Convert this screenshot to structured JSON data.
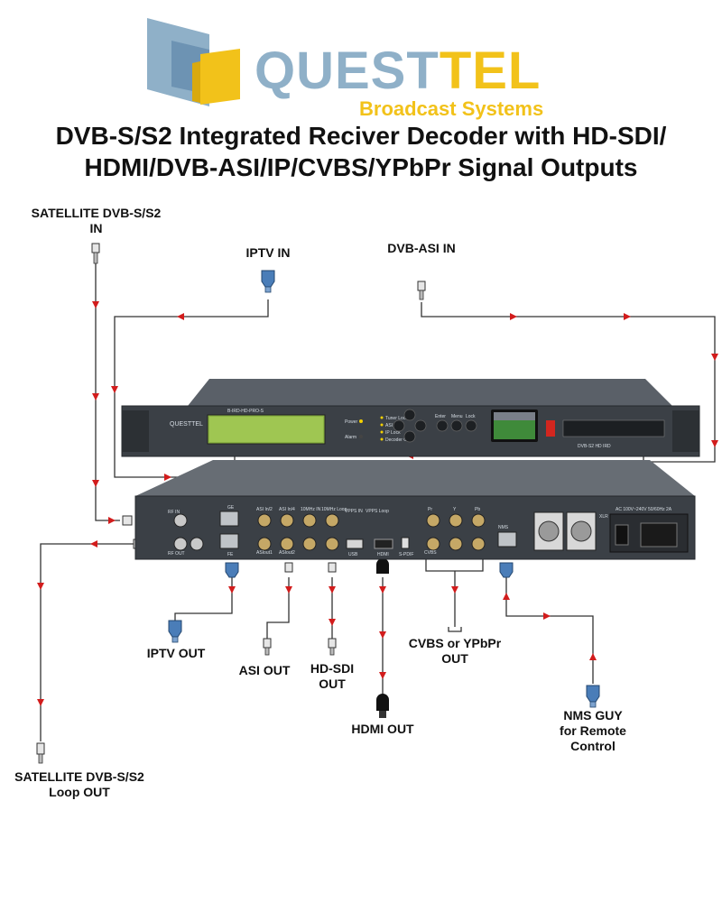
{
  "brand": {
    "name_part1": "QUEST",
    "name_part2": "TEL",
    "tagline": "Broadcast Systems",
    "colors": {
      "blue": "#8fb0c8",
      "yellow": "#f2c21a"
    }
  },
  "title": {
    "line1": "DVB-S/S2 Integrated Reciver Decoder with HD-SDI/",
    "line2": "HDMI/DVB-ASI/IP/CVBS/YPbPr Signal Outputs"
  },
  "front_panel": {
    "brand": "QUESTTEL",
    "model": "B-IRD-HD-PRO-S",
    "badge": "DVB-S2 HD IRD",
    "leds": [
      "Power",
      "Alarm",
      "Tuner Lock",
      "ASI Lock",
      "IP Lock",
      "Decoder OK"
    ],
    "keys": [
      "Enter",
      "Menu",
      "Lock"
    ]
  },
  "rear_panel": {
    "ports": [
      "RF IN",
      "RF OUT",
      "GE",
      "FE",
      "ASI In/2",
      "ASI In/4",
      "ASIout1",
      "ASIout2",
      "10MHz IN",
      "10MHz Loop",
      "VPPS IN",
      "VPPS Loop",
      "USB",
      "HDMI",
      "S-PDIF",
      "Pr",
      "Y",
      "Pb",
      "CVBS",
      "NMS",
      "XLR"
    ],
    "power": "AC 100V~240V 50/60Hz 2A"
  },
  "labels": {
    "sat_in": [
      "SATELLITE DVB-S/S2",
      "IN"
    ],
    "iptv_in": "IPTV IN",
    "asi_in": "DVB-ASI IN",
    "iptv_out": "IPTV OUT",
    "asi_out": "ASI OUT",
    "hdsdi_out": [
      "HD-SDI",
      "OUT"
    ],
    "hdmi_out": "HDMI OUT",
    "cvbs_out": [
      "CVBS or YPbPr",
      "OUT"
    ],
    "nms": [
      "NMS GUY",
      "for Remote",
      "Control"
    ],
    "sat_loop": [
      "SATELLITE DVB-S/S2",
      "Loop OUT"
    ]
  },
  "colors": {
    "arrow": "#d21c1c",
    "line": "#333333",
    "chassis": "#3b4046",
    "port_blue": "#4a7db8"
  }
}
